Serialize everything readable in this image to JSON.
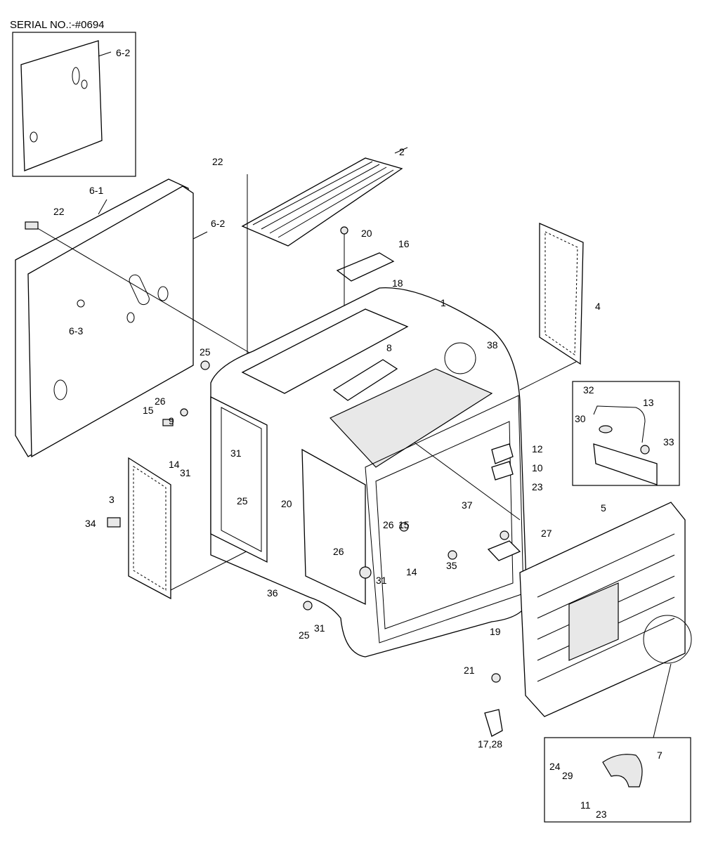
{
  "header": {
    "serial_no": "SERIAL NO.:-#0694"
  },
  "callouts": [
    "6-2",
    "2",
    "22",
    "6-1",
    "22",
    "6-2",
    "20",
    "16",
    "18",
    "1",
    "4",
    "6-3",
    "38",
    "8",
    "25",
    "26",
    "32",
    "13",
    "15",
    "30",
    "9",
    "33",
    "12",
    "14",
    "31",
    "31",
    "10",
    "23",
    "25",
    "3",
    "37",
    "20",
    "34",
    "26",
    "15",
    "27",
    "5",
    "26",
    "35",
    "14",
    "31",
    "36",
    "25",
    "31",
    "19",
    "21",
    "7",
    "17,28",
    "24",
    "29",
    "11",
    "23"
  ]
}
